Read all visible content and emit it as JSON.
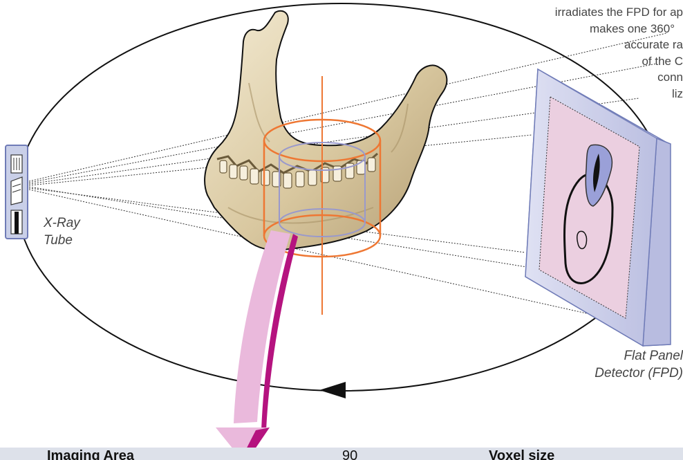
{
  "description_lines": [
    "irradiates the FPD for ap",
    "makes one 360°",
    "accurate ra",
    "of the C",
    "conn",
    "liz"
  ],
  "labels": {
    "xray_tube": [
      "X-Ray",
      "Tube"
    ],
    "fpd": [
      "Flat Panel",
      "Detector (FPD)"
    ]
  },
  "bottom_band": {
    "imaging_area": "Imaging Area",
    "middle_value": "90",
    "voxel_size": "Voxel size"
  },
  "colors": {
    "orbit": "#111111",
    "cylinder_outer": "#ee7733",
    "cylinder_inner": "#9999cc",
    "axis": "#ee7733",
    "detector_frame": "#c9cbe8",
    "detector_screen": "#ebcfe0",
    "arrow_fill": "#eab9dc",
    "arrow_stripe": "#b5137f",
    "tube_box": "#c9cfe8",
    "bottom_band": "#dde1ea"
  }
}
